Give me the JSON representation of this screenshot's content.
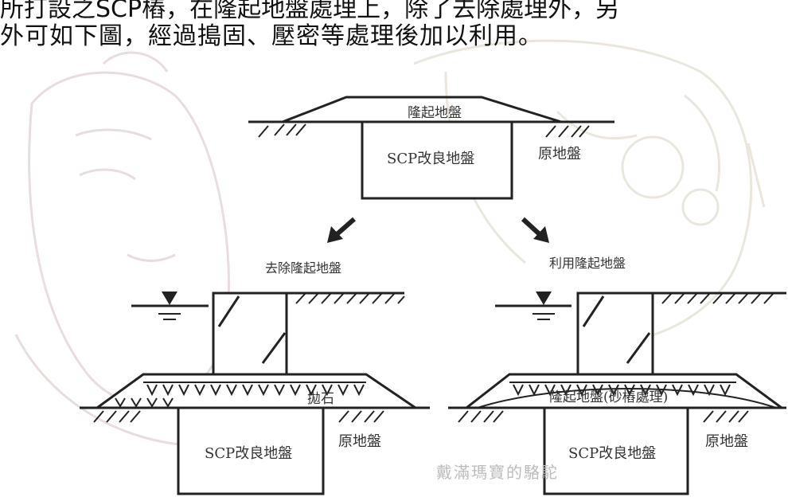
{
  "text": {
    "line1_partial": "所打設之SCP樁，在隆起地盤處理上，除了去除處理外，另",
    "line2": "外可如下圖，經過搗固、壓密等處理後加以利用。"
  },
  "diagram": {
    "top": {
      "heave_label": "隆起地盤",
      "improved_label": "SCP改良地盤",
      "original_label": "原地盤"
    },
    "left": {
      "caption": "去除隆起地盤",
      "rubble_label": "拋石",
      "improved_label": "SCP改良地盤",
      "original_label": "原地盤"
    },
    "right": {
      "caption": "利用隆起地盤",
      "treated_label": "隆起地盤(砂樁處理)",
      "improved_label": "SCP改良地盤",
      "original_label": "原地盤"
    },
    "watermark": "戴滿瑪寶的駱駝"
  },
  "colors": {
    "line": "#222222",
    "background_sketch": "#e7d6d6",
    "background_sketch_2": "#e9e3d6",
    "text": "#333333",
    "watermark": "#bdbdbd"
  }
}
